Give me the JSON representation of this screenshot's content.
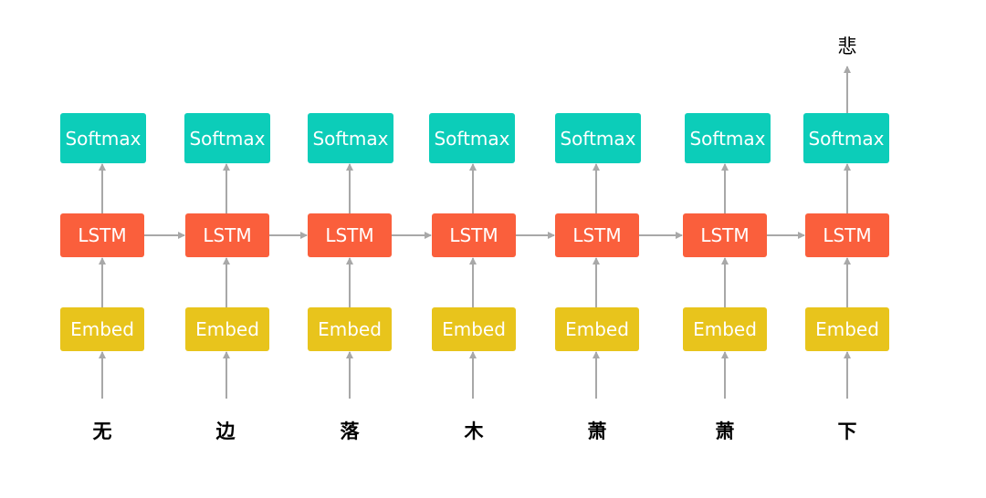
{
  "colors": {
    "softmax": "#0ccdb9",
    "lstm": "#fa5f3c",
    "embed": "#e8c41c",
    "arrow": "#a8a8a8"
  },
  "steps": [
    {
      "input": "无",
      "softmax": "Softmax",
      "lstm": "LSTM",
      "embed": "Embed"
    },
    {
      "input": "边",
      "softmax": "Softmax",
      "lstm": "LSTM",
      "embed": "Embed"
    },
    {
      "input": "落",
      "softmax": "Softmax",
      "lstm": "LSTM",
      "embed": "Embed"
    },
    {
      "input": "木",
      "softmax": "Softmax",
      "lstm": "LSTM",
      "embed": "Embed"
    },
    {
      "input": "萧",
      "softmax": "Softmax",
      "lstm": "LSTM",
      "embed": "Embed"
    },
    {
      "input": "萧",
      "softmax": "Softmax",
      "lstm": "LSTM",
      "embed": "Embed"
    },
    {
      "input": "下",
      "softmax": "Softmax",
      "lstm": "LSTM",
      "embed": "Embed"
    }
  ],
  "output": "悲"
}
